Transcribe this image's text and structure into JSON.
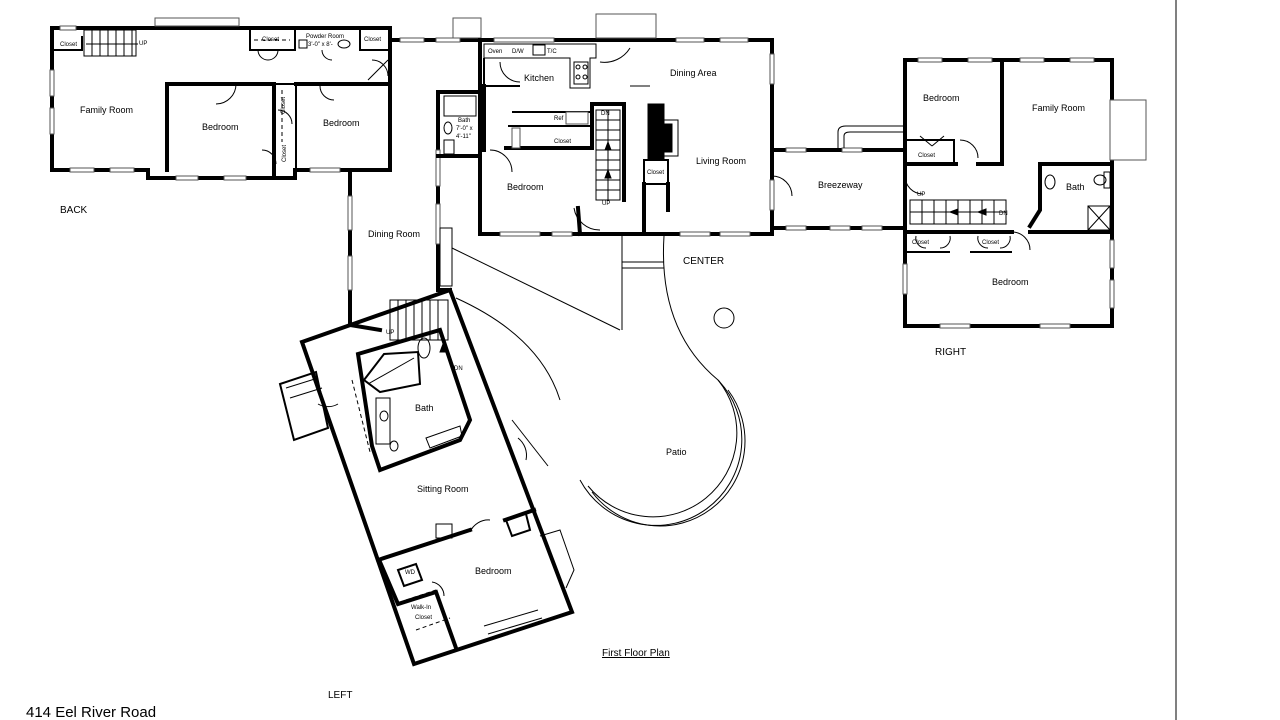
{
  "plan": {
    "title": "First Floor Plan",
    "address": "414 Eel River Road"
  },
  "sections": {
    "back": "BACK",
    "center": "CENTER",
    "right": "RIGHT",
    "left": "LEFT"
  },
  "rooms": {
    "back_closet": "Closet",
    "back_closet_2": "Closet",
    "back_closet_3": "Closet",
    "back_closet_v1": "Closet",
    "back_closet_v2": "Closet",
    "powder_room": "Powder Room",
    "powder_room_dim": "3'-0\" x 8'-",
    "back_family_room": "Family Room",
    "back_bedroom_1": "Bedroom",
    "back_bedroom_2": "Bedroom",
    "dining_room": "Dining Room",
    "kitchen": "Kitchen",
    "dining_area": "Dining Area",
    "center_bath": "Bath",
    "center_bath_dim_1": "7'-0\" x",
    "center_bath_dim_2": "4'-11\"",
    "center_closet": "Closet",
    "stair_closet": "Closet",
    "center_bedroom": "Bedroom",
    "living_room": "Living Room",
    "breezeway": "Breezeway",
    "right_bedroom_top": "Bedroom",
    "right_closet_top": "Closet",
    "right_family_room": "Family Room",
    "right_bath": "Bath",
    "right_closet_1": "Closet",
    "right_closet_2": "Closet",
    "right_bedroom_bottom": "Bedroom",
    "left_bath": "Bath",
    "sitting_room": "Sitting Room",
    "left_bedroom": "Bedroom",
    "walk_in_closet_1": "Walk-In",
    "walk_in_closet_2": "Closet",
    "wd": "WD",
    "patio": "Patio"
  },
  "fixtures": {
    "oven": "Oven",
    "dw": "D/W",
    "tc": "T/C",
    "ref": "Ref",
    "up_1": "UP",
    "up_2": "UP",
    "up_3": "UP",
    "up_4": "UP",
    "dn_1": "DN",
    "dn_2": "DN",
    "dn_3": "DN"
  }
}
